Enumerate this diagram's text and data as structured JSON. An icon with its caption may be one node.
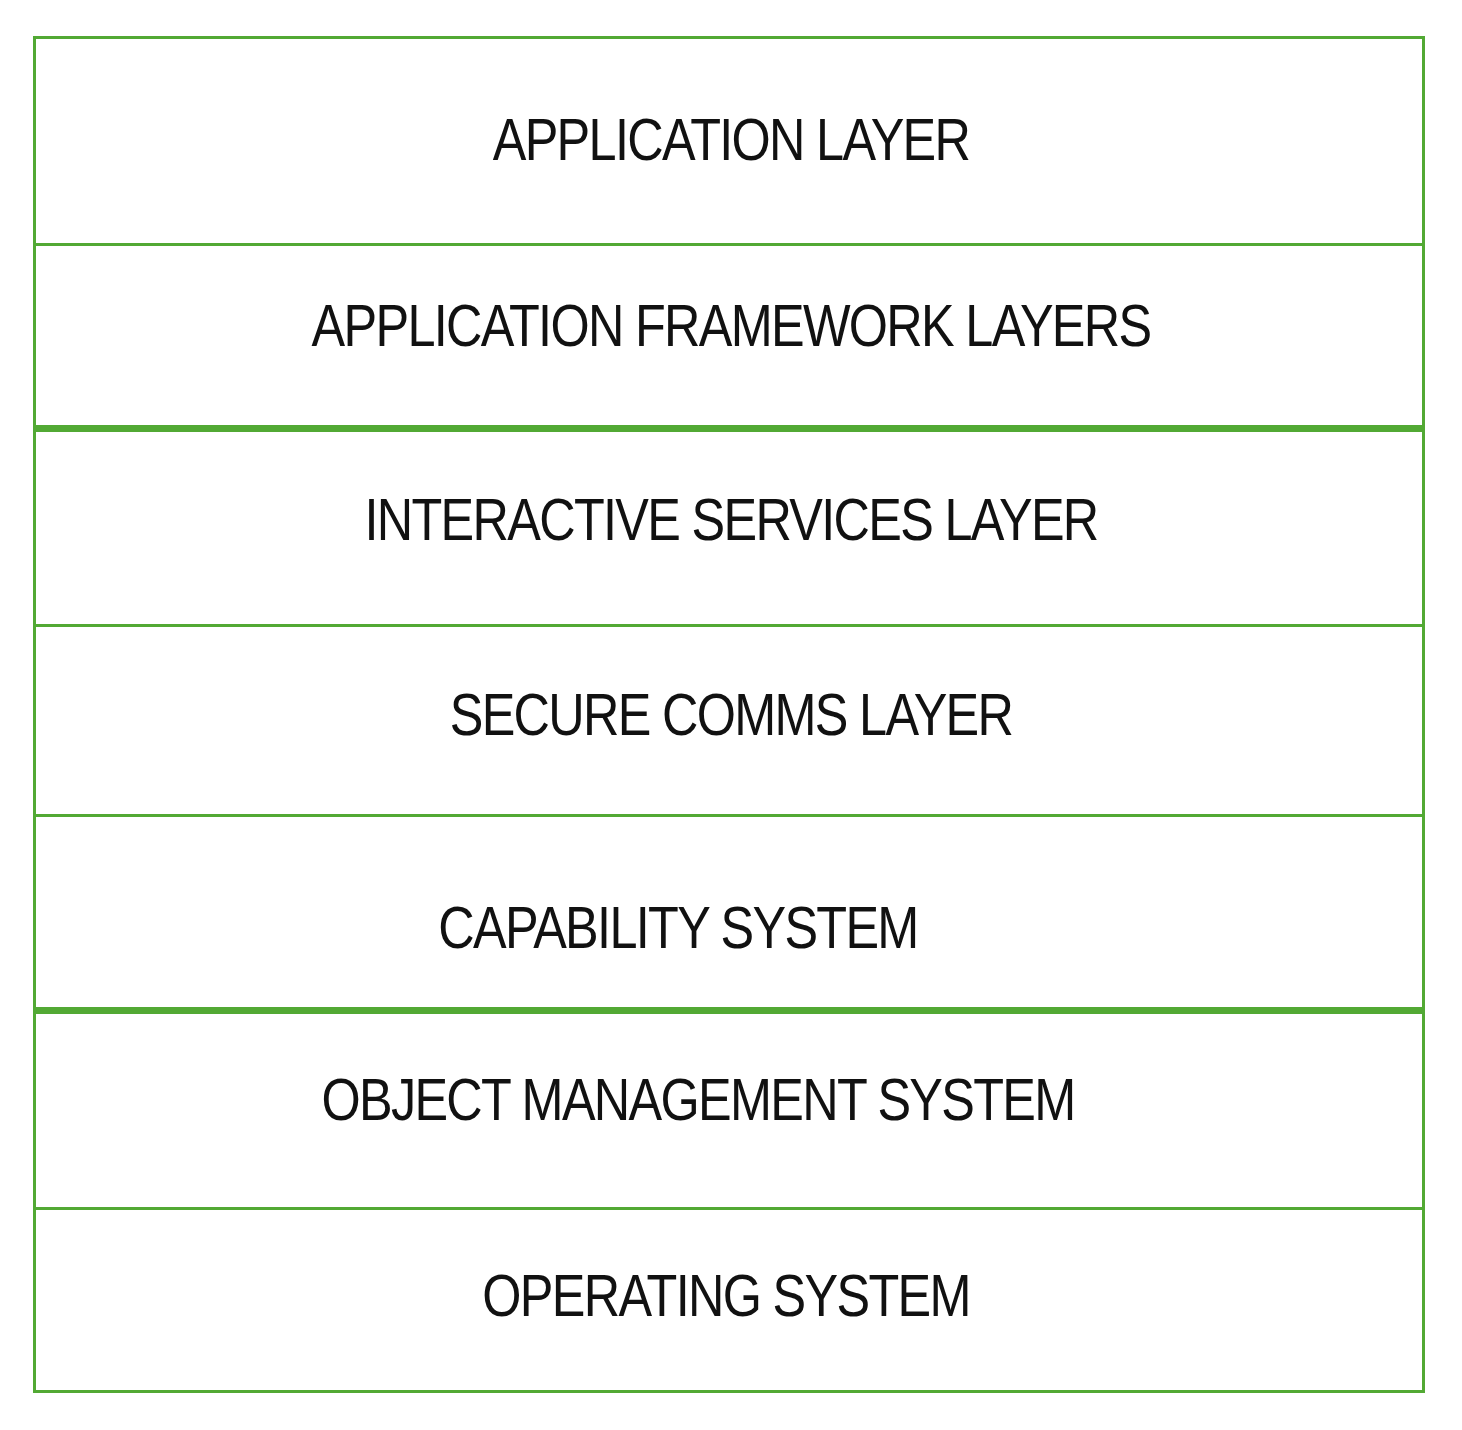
{
  "diagram": {
    "nodes": [
      {
        "text": [
          "APPLICATION LAYER"
        ]
      },
      {
        "text": [
          "APPLICATION FRAMEWORK LAYERS"
        ]
      },
      {
        "text": [
          "INTERACTIVE SERVICES LAYER"
        ]
      },
      {
        "text": [
          "SECURE COMMS LAYER"
        ]
      },
      {
        "text": [
          "CAPABILITY SYSTEM"
        ]
      },
      {
        "text": [
          "OBJECT MANAGEMENT SYSTEM"
        ]
      },
      {
        "text": [
          "OPERATING SYSTEM"
        ]
      }
    ]
  }
}
